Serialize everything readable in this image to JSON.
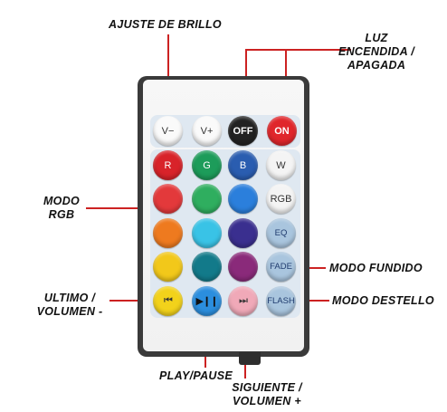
{
  "labels": {
    "brightness": "AJUSTE DE BRILLO",
    "power_line1": "LUZ",
    "power_line2": "ENCENDIDA /",
    "power_line3": "APAGADA",
    "rgb_line1": "MODO",
    "rgb_line2": "RGB",
    "fade": "MODO FUNDIDO",
    "flash": "MODO DESTELLO",
    "prev_line1": "ULTIMO /",
    "prev_line2": "VOLUMEN -",
    "play": "PLAY/PAUSE",
    "next_line1": "SIGUIENTE /",
    "next_line2": "VOLUMEN +"
  },
  "buttons": {
    "vminus": "V−",
    "vplus": "V+",
    "off": "OFF",
    "on": "ON",
    "r": "R",
    "g": "G",
    "b": "B",
    "w": "W",
    "rgb": "RGB",
    "eq": "EQ",
    "fade": "FADE",
    "flash": "FLASH",
    "prev": "⏮",
    "play": "▶❙❙",
    "next": "⏭"
  },
  "colors": {
    "callout_line": "#cc2222",
    "red": "#d8232a",
    "green": "#1d9c5a",
    "blue": "#2a5db0",
    "white": "#f4f4f4",
    "off": "#222222",
    "on": "#e0262b",
    "fade_button": "#a9c5de",
    "yellow": "#f2d21b",
    "media_blue": "#2b8ede",
    "media_pink": "#f0a9b8"
  }
}
